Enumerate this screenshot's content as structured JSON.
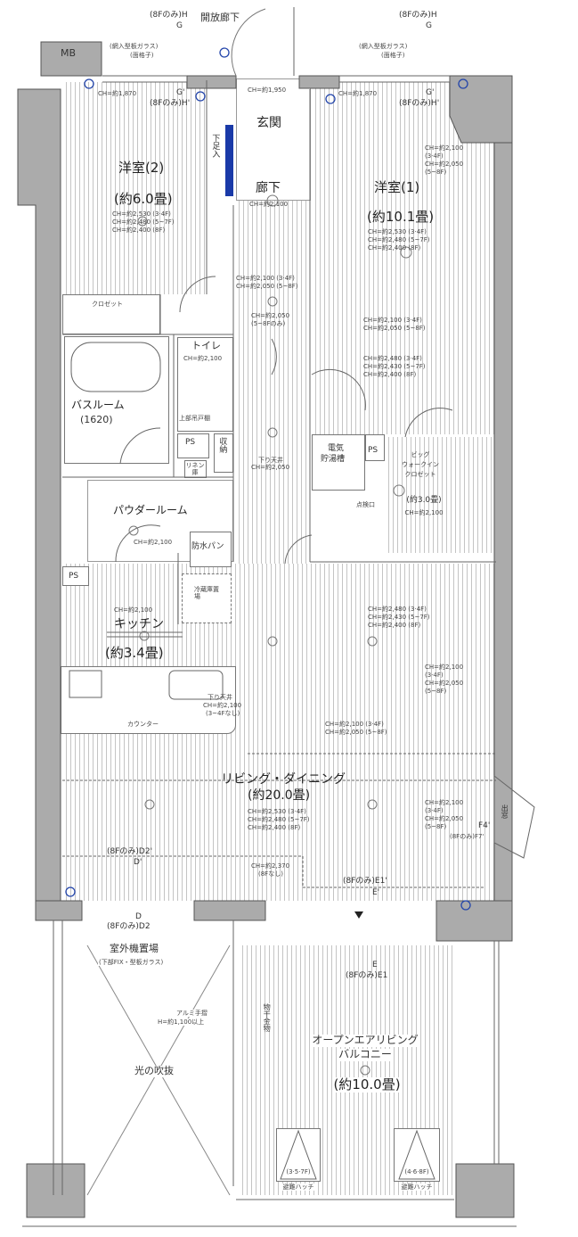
{
  "top": {
    "open_corridor": "開放廊下",
    "mb": "MB",
    "glass_left": "(網入型板ガラス)",
    "grille_left": "(面格子)",
    "glass_right": "(網入型板ガラス)",
    "grille_right": "(面格子)",
    "marker_h_left": "(8Fのみ)H",
    "marker_g_left": "G",
    "marker_g2_left": "G'",
    "marker_h2_left": "(8Fのみ)H'",
    "marker_h_right": "(8Fのみ)H",
    "marker_g_right": "G",
    "marker_g2_right": "G'",
    "marker_h2_right": "(8Fのみ)H'",
    "ch_left": "CH=約1,870",
    "ch_right": "CH=約1,870"
  },
  "entrance": {
    "name": "玄関",
    "ch": "CH=約1,950",
    "shoe": "下足入"
  },
  "corridor": {
    "name": "廊下",
    "ch": "CH=約2,100",
    "ch_a": "CH=約2,100 (3·4F)",
    "ch_b": "CH=約2,050 (5~8F)",
    "ch_c": "CH=約2,050",
    "ch_d": "(5~8Fのみ)",
    "drop": "下り天井",
    "drop_ch": "CH=約2,050"
  },
  "room2": {
    "name": "洋室(2)",
    "size": "(約6.0畳)",
    "ch1": "CH=約2,530 (3·4F)",
    "ch2": "CH=約2,480 (5~7F)",
    "ch3": "CH=約2,400 (8F)",
    "closet": "クロゼット"
  },
  "room1": {
    "name": "洋室(1)",
    "size": "(約10.1畳)",
    "ch1": "CH=約2,530 (3·4F)",
    "ch2": "CH=約2,480 (5~7F)",
    "ch3": "CH=約2,400 (8F)",
    "side1": "CH=約2,100",
    "side2": "(3·4F)",
    "side3": "CH=約2,050",
    "side4": "(5~8F)",
    "low1": "CH=約2,100 (3·4F)",
    "low2": "CH=約2,050 (5~8F)",
    "mid1": "CH=約2,480 (3·4F)",
    "mid2": "CH=約2,430 (5~7F)",
    "mid3": "CH=約2,400 (8F)"
  },
  "toilet": {
    "name": "トイレ",
    "ch": "CH=約2,100",
    "cabinet": "上部吊戸棚"
  },
  "bath": {
    "name": "バスルーム",
    "size": "(1620)"
  },
  "storage": {
    "ps1": "PS",
    "ps2": "PS",
    "ps3": "PS",
    "storage": "収納",
    "linen": "リネン庫"
  },
  "water_heater": {
    "line1": "電気",
    "line2": "貯湯槽",
    "inspection": "点検口"
  },
  "wic": {
    "l1": "ビッグ",
    "l2": "ウォークイン",
    "l3": "クロゼット",
    "size": "(約3.0畳)",
    "ch": "CH=約2,100"
  },
  "powder": {
    "name": "パウダールーム",
    "ch": "CH=約2,100",
    "pan": "防水パン",
    "fridge": "冷蔵庫置場"
  },
  "kitchen": {
    "name": "キッチン",
    "ch": "CH=約2,100",
    "size": "(約3.4畳)",
    "counter": "カウンター",
    "drop": "下り天井",
    "drop_ch": "CH=約2,100",
    "drop_note": "(3~4Fなし)"
  },
  "living": {
    "name": "リビング・ダイニング",
    "size": "(約20.0畳)",
    "ch1": "CH=約2,530 (3·4F)",
    "ch2": "CH=約2,480 (5~7F)",
    "ch3": "CH=約2,400 (8F)",
    "top1": "CH=約2,480 (3·4F)",
    "top2": "CH=約2,430 (5~7F)",
    "top3": "CH=約2,400 (8F)",
    "band1": "CH=約2,100 (3·4F)",
    "band2": "CH=約2,050 (5~8F)",
    "r1": "CH=約2,100",
    "r2": "(3·4F)",
    "r3": "CH=約2,050",
    "r4": "(5~8F)",
    "r5": "CH=約2,100",
    "r6": "(3·4F)",
    "r7": "CH=約2,050",
    "r8": "(5~8F)",
    "low1": "CH=約2,370",
    "low2": "(8Fなし)",
    "bay": "出窓",
    "f4": "F4'",
    "f7": "(8Fのみ)F7'",
    "d2p": "(8Fのみ)D2'",
    "dp": "D'",
    "d": "D",
    "d2": "(8Fのみ)D2",
    "e1p": "(8Fのみ)E1'",
    "ep": "E'",
    "e": "E",
    "e1": "(8Fのみ)E1"
  },
  "outside": {
    "ac": "室外機置場",
    "glass": "(下部FIX・型板ガラス)",
    "rail1": "アルミ手摺",
    "rail2": "H=約1,100以上",
    "dry": "物干金物",
    "void": "光の吹抜",
    "balcony1": "オープンエアリビング",
    "balcony2": "バルコニー",
    "balcony_size": "(約10.0畳)",
    "hatch1_floors": "(3·5·7F)",
    "hatch1": "避難ハッチ",
    "hatch2_floors": "(4·6·8F)",
    "hatch2": "避難ハッチ"
  }
}
